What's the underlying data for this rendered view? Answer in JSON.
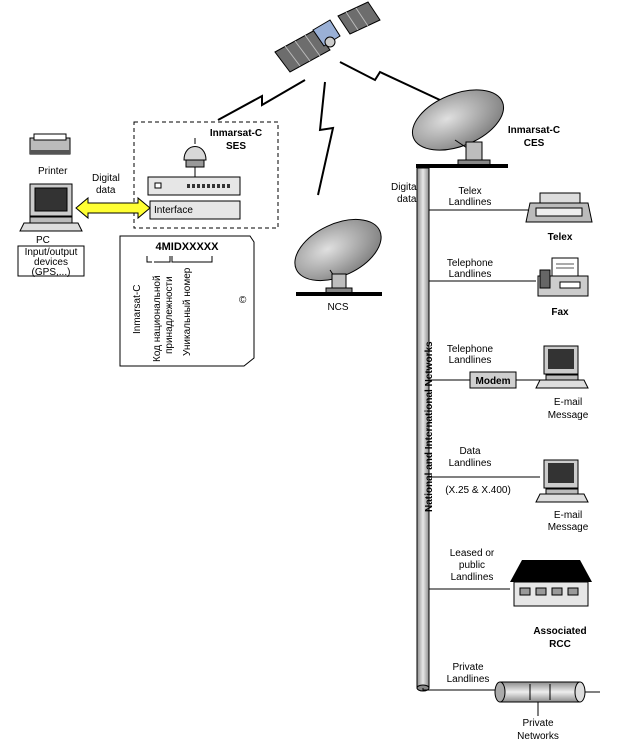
{
  "satellite": {
    "label": ""
  },
  "ses": {
    "title1": "Inmarsat-C",
    "title2": "SES",
    "interface": "Interface"
  },
  "pc": {
    "printer": "Printer",
    "label": "PC",
    "io1": "Input/output",
    "io2": "devices",
    "io3": "(GPS,...)"
  },
  "link": {
    "digital1": "Digital",
    "digital2": "data"
  },
  "id_card": {
    "code": "4MIDXXXXX",
    "col1": "Inmarsat-C",
    "col2a": "Код национальной",
    "col2b": "принадлежности",
    "col3": "Уникальный номер",
    "copy_mark": "©"
  },
  "ncs": {
    "label": "NCS"
  },
  "ces": {
    "title1": "Inmarsat-C",
    "title2": "CES",
    "digital1": "Digital",
    "digital2": "data"
  },
  "trunk": {
    "label": "National and International Networks"
  },
  "branches": {
    "telex": {
      "line1": "Telex",
      "line2": "Landlines",
      "device": "Telex"
    },
    "fax": {
      "line1": "Telephone",
      "line2": "Landlines",
      "device": "Fax"
    },
    "email1": {
      "line1": "Telephone",
      "line2": "Landlines",
      "modem": "Modem",
      "device1": "E-mail",
      "device2": "Message"
    },
    "email2": {
      "line1": "Data",
      "line2": "Landlines",
      "proto": "(X.25 & X.400)",
      "device1": "E-mail",
      "device2": "Message"
    },
    "rcc": {
      "line1": "Leased or",
      "line2": "public",
      "line3": "Landlines",
      "device1": "Associated",
      "device2": "RCC"
    },
    "private": {
      "line1": "Private",
      "line2": "Landlines",
      "device1": "Private",
      "device2": "Networks"
    }
  }
}
